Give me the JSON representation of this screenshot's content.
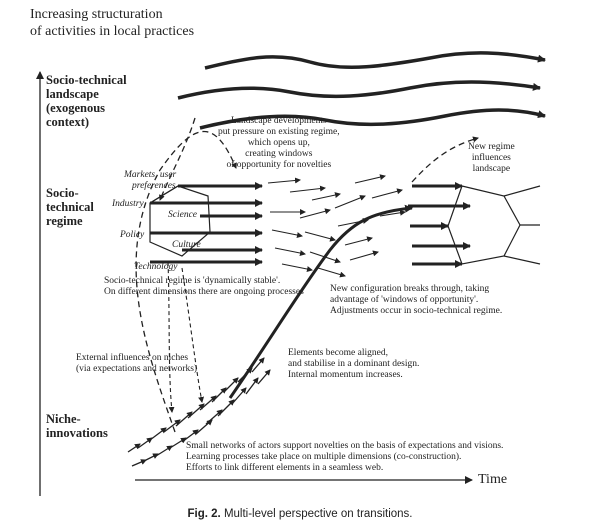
{
  "axis": {
    "y_title_line1": "Increasing structuration",
    "y_title_line2": "of activities in local practices",
    "x_label": "Time"
  },
  "levels": {
    "landscape": [
      "Socio-technical",
      "landscape",
      "(exogenous",
      "context)"
    ],
    "regime": [
      "Socio-",
      "technical",
      "regime"
    ],
    "niche": [
      "Niche-",
      "innovations"
    ]
  },
  "hexagon_labels": {
    "markets": "Markets, user",
    "preferences": "preferences",
    "industry": "Industry",
    "science": "Science",
    "policy": "Policy",
    "culture": "Culture",
    "technology": "Technology"
  },
  "annotations": {
    "landscape_dev": [
      "Landscape developments",
      "put pressure on existing regime,",
      "which opens up,",
      "creating windows",
      "of opportunity for novelties"
    ],
    "new_regime": [
      "New regime",
      "influences",
      "landscape"
    ],
    "dyn_stable": [
      "Socio-technical regime is 'dynamically stable'.",
      "On different dimensions there are ongoing processes"
    ],
    "breakthrough": [
      "New configuration breaks through, taking",
      "advantage of 'windows of opportunity'.",
      "Adjustments occur in socio-technical regime."
    ],
    "external": [
      "External influences on niches",
      "(via expectations and networks)"
    ],
    "aligned": [
      "Elements become aligned,",
      "and stabilise in a dominant design.",
      "Internal momentum increases."
    ],
    "small_networks": [
      "Small networks of actors support novelties on the basis of expectations and visions.",
      "Learning processes take place on multiple dimensions (co-construction).",
      "Efforts to link different elements in a seamless web."
    ]
  },
  "caption": {
    "label": "Fig. 2.",
    "text": "Multi-level perspective on transitions."
  }
}
